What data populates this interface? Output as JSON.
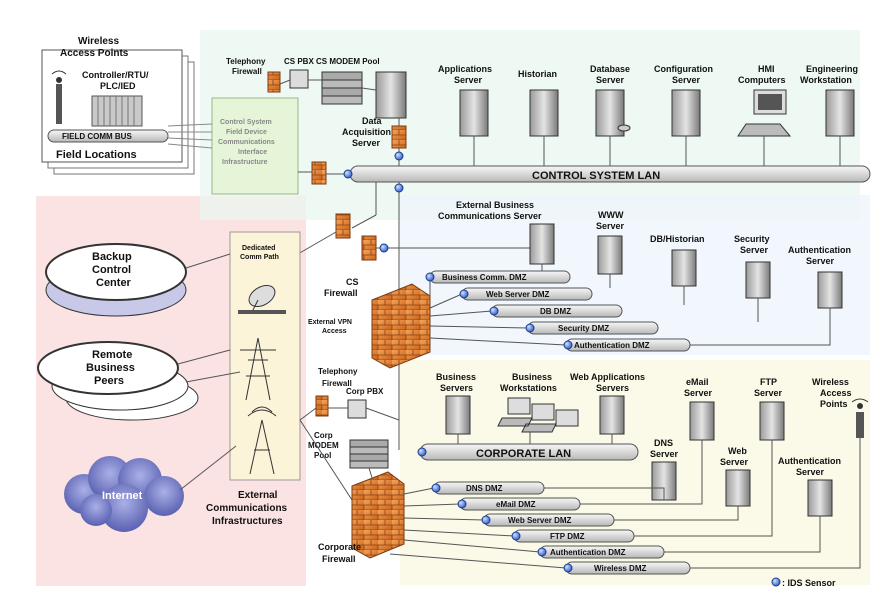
{
  "field": {
    "wireless_line1": "Wireless",
    "wireless_line2": "Access Points",
    "controller_line1": "Controller/RTU/",
    "controller_line2": "PLC/IED",
    "field_comm_bus": "FIELD COMM BUS",
    "field_locations": "Field Locations"
  },
  "interface": {
    "line1": "Control System",
    "line2": "Field Device",
    "line3": "Communications",
    "line4": "Interface",
    "line5": "Infrastructure"
  },
  "control": {
    "telephony_fw_1": "Telephony",
    "telephony_fw_2": "Firewall",
    "cs_pbx": "CS PBX",
    "cs_modem_pool": "CS MODEM Pool",
    "data_acq_1": "Data",
    "data_acq_2": "Acquisition",
    "data_acq_3": "Server",
    "servers": [
      {
        "l1": "Applications",
        "l2": "Server"
      },
      {
        "l1": "Historian",
        "l2": ""
      },
      {
        "l1": "Database",
        "l2": "Server"
      },
      {
        "l1": "Configuration",
        "l2": "Server"
      },
      {
        "l1": "HMI",
        "l2": "Computers"
      },
      {
        "l1": "Engineering",
        "l2": "Workstation"
      }
    ],
    "lan": "CONTROL SYSTEM LAN"
  },
  "dmz": {
    "ext_bus_1": "External Business",
    "ext_bus_2": "Communications Server",
    "www_1": "WWW",
    "www_2": "Server",
    "db_hist": "DB/Historian",
    "sec_1": "Security",
    "sec_2": "Server",
    "auth_1": "Authentication",
    "auth_2": "Server",
    "cs_fw_1": "CS",
    "cs_fw_2": "Firewall",
    "ext_vpn_1": "External VPN",
    "ext_vpn_2": "Access",
    "pipes": [
      "Business Comm. DMZ",
      "Web Server DMZ",
      "DB DMZ",
      "Security DMZ",
      "Authentication DMZ"
    ]
  },
  "external": {
    "backup": [
      "Backup",
      "Control",
      "Center"
    ],
    "remote": [
      "Remote",
      "Business",
      "Peers"
    ],
    "internet": "Internet",
    "dedicated_1": "Dedicated",
    "dedicated_2": "Comm Path",
    "ext_comm_1": "External",
    "ext_comm_2": "Communications",
    "ext_comm_3": "Infrastructures"
  },
  "corporate": {
    "telephony_fw_1": "Telephony",
    "telephony_fw_2": "Firewall",
    "corp_pbx": "Corp PBX",
    "corp_modem_1": "Corp",
    "corp_modem_2": "MODEM",
    "corp_modem_3": "Pool",
    "biz_servers_1": "Business",
    "biz_servers_2": "Servers",
    "biz_ws_1": "Business",
    "biz_ws_2": "Workstations",
    "web_app_1": "Web Applications",
    "web_app_2": "Servers",
    "email_1": "eMail",
    "email_2": "Server",
    "ftp_1": "FTP",
    "ftp_2": "Server",
    "wap_1": "Wireless",
    "wap_2": "Access",
    "wap_3": "Points",
    "dns_1": "DNS",
    "dns_2": "Server",
    "web_1": "Web",
    "web_2": "Server",
    "auth_1": "Authentication",
    "auth_2": "Server",
    "lan": "CORPORATE LAN",
    "corp_fw_1": "Corporate",
    "corp_fw_2": "Firewall",
    "pipes": [
      "DNS DMZ",
      "eMail DMZ",
      "Web Server DMZ",
      "FTP DMZ",
      "Authentication DMZ",
      "Wireless DMZ"
    ]
  },
  "legend": {
    "ids_sensor": ": IDS Sensor"
  },
  "colors": {
    "ids": "#3a6fd8",
    "firewall": "#e07a2a",
    "pipe": "#e6e6e6"
  }
}
